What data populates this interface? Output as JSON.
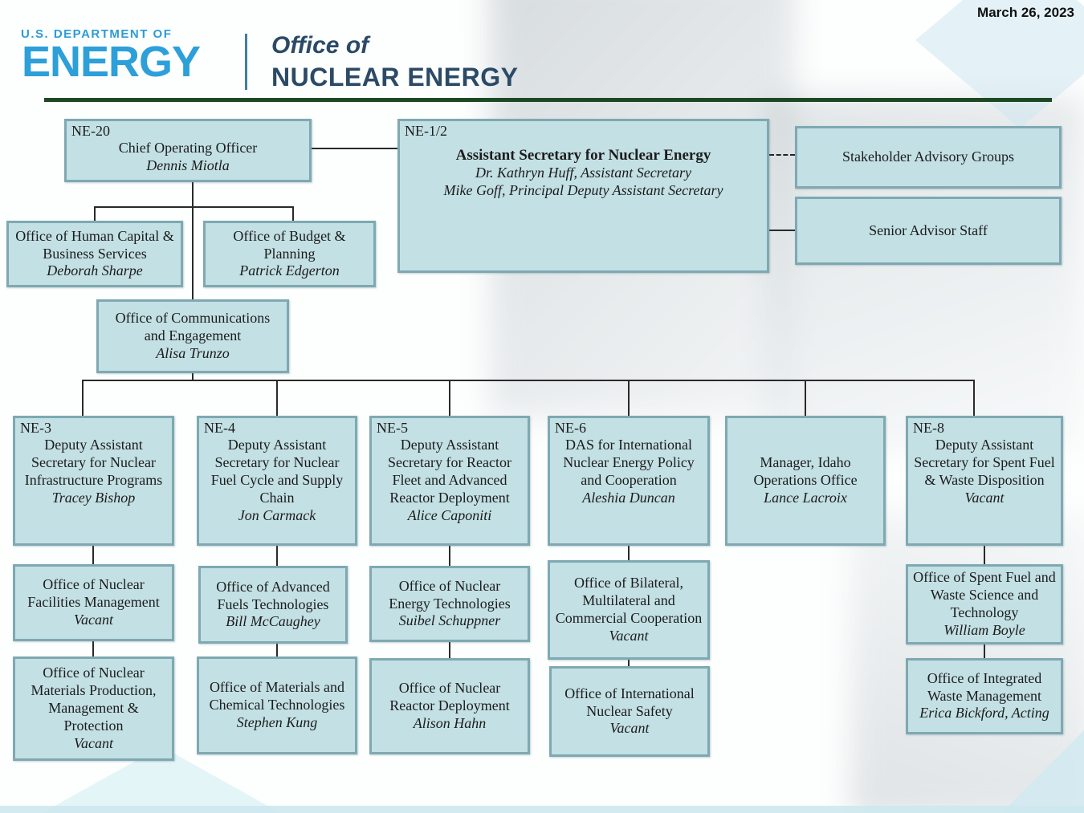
{
  "meta": {
    "date": "March 26, 2023"
  },
  "header": {
    "dept_line": "U.S. DEPARTMENT OF",
    "energy": "ENERGY",
    "office_of": "Office of",
    "nuclear_energy": "NUCLEAR ENERGY"
  },
  "colors": {
    "doe_blue": "#2d9fd9",
    "navy": "#2b4a66",
    "rule_green": "#1d4823",
    "box_fill": "#c3e0e4",
    "box_border": "#7ea9b2"
  },
  "org": {
    "ne20": {
      "code": "NE-20",
      "title": "Chief Operating Officer",
      "name": "Dennis Miotla"
    },
    "ne12": {
      "code": "NE-1/2",
      "title": "Assistant Secretary for Nuclear Energy",
      "line1": "Dr. Kathryn Huff, Assistant Secretary",
      "line2": "Mike Goff, Principal Deputy Assistant Secretary"
    },
    "stakeholder": {
      "title": "Stakeholder Advisory Groups"
    },
    "senior": {
      "title": "Senior Advisor Staff"
    },
    "hc": {
      "title": "Office of Human Capital & Business Services",
      "name": "Deborah Sharpe"
    },
    "budget": {
      "title": "Office of Budget & Planning",
      "name": "Patrick Edgerton"
    },
    "comms": {
      "title": "Office of Communications and Engagement",
      "name": "Alisa Trunzo"
    },
    "ne3": {
      "code": "NE-3",
      "title": "Deputy Assistant Secretary for Nuclear Infrastructure Programs",
      "name": "Tracey Bishop"
    },
    "ne3a": {
      "title": "Office of Nuclear Facilities Management",
      "name": "Vacant"
    },
    "ne3b": {
      "title": "Office of Nuclear Materials Production, Management & Protection",
      "name": "Vacant"
    },
    "ne4": {
      "code": "NE-4",
      "title": "Deputy Assistant Secretary for Nuclear Fuel Cycle and Supply Chain",
      "name": "Jon Carmack"
    },
    "ne4a": {
      "title": "Office of Advanced Fuels Technologies",
      "name": "Bill McCaughey"
    },
    "ne4b": {
      "title": "Office of Materials and Chemical Technologies",
      "name": "Stephen Kung"
    },
    "ne5": {
      "code": "NE-5",
      "title": "Deputy Assistant Secretary for Reactor Fleet and Advanced Reactor Deployment",
      "name": "Alice Caponiti"
    },
    "ne5a": {
      "title": "Office of Nuclear Energy Technologies",
      "name": "Suibel Schuppner"
    },
    "ne5b": {
      "title": "Office of Nuclear Reactor Deployment",
      "name": "Alison Hahn"
    },
    "ne6": {
      "code": "NE-6",
      "title": "DAS for International Nuclear Energy Policy and Cooperation",
      "name": "Aleshia Duncan"
    },
    "ne6a": {
      "title": "Office of Bilateral, Multilateral and Commercial Cooperation",
      "name": "Vacant"
    },
    "ne6b": {
      "title": "Office of International Nuclear Safety",
      "name": "Vacant"
    },
    "idaho": {
      "title": "Manager, Idaho Operations Office",
      "name": "Lance Lacroix"
    },
    "ne8": {
      "code": "NE-8",
      "title": "Deputy Assistant Secretary for Spent Fuel & Waste Disposition",
      "name": "Vacant"
    },
    "ne8a": {
      "title": "Office of Spent Fuel and Waste Science and Technology",
      "name": "William Boyle"
    },
    "ne8b": {
      "title": "Office of Integrated Waste Management",
      "name": "Erica Bickford, Acting"
    }
  }
}
